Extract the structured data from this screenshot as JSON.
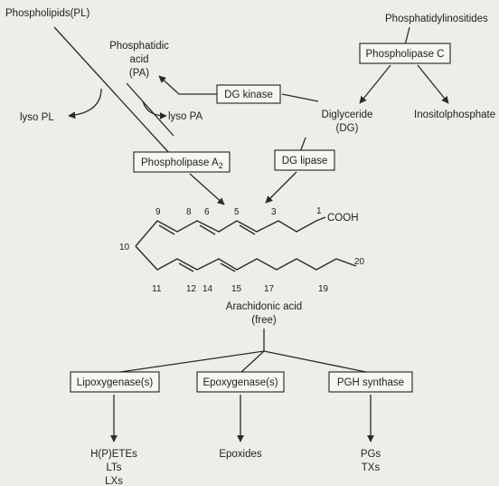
{
  "diagram": {
    "nodes": {
      "phospholipids": "Phospholipids(PL)",
      "phosphatidylinositides": "Phosphatidylinositides",
      "phospholipase_c": "Phospholipase C",
      "phosphatidic_acid_line1": "Phosphatidic",
      "phosphatidic_acid_line2": "acid",
      "phosphatidic_acid_line3": "(PA)",
      "dg_kinase": "DG kinase",
      "diglyceride_line1": "Diglyceride",
      "diglyceride_line2": "(DG)",
      "inositolphosphate": "Inositolphosphate",
      "lyso_pl": "lyso PL",
      "lyso_pa": "lyso PA",
      "phospholipase_a2": "Phospholipase A",
      "phospholipase_a2_sub": "2",
      "dg_lipase": "DG lipase",
      "cooh": "COOH",
      "arachidonic_line1": "Arachidonic acid",
      "arachidonic_line2": "(free)",
      "lipoxygenase": "Lipoxygenase(s)",
      "epoxygenase": "Epoxygenase(s)",
      "pgh_synthase": "PGH synthase",
      "hpetes": "H(P)ETEs",
      "lts": "LTs",
      "lxs": "LXs",
      "epoxides": "Epoxides",
      "pgs": "PGs",
      "txs": "TXs"
    },
    "carbon_numbers": {
      "c1": "1",
      "c3": "3",
      "c5": "5",
      "c6": "6",
      "c8": "8",
      "c9": "9",
      "c10": "10",
      "c11": "11",
      "c12": "12",
      "c14": "14",
      "c15": "15",
      "c17": "17",
      "c19": "19",
      "c20": "20"
    }
  }
}
